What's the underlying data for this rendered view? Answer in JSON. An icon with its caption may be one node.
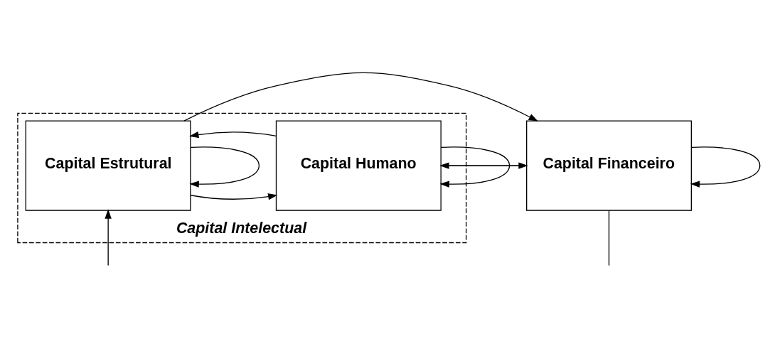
{
  "diagram": {
    "nodes": [
      {
        "text": [
          "Capital Intelectual"
        ]
      },
      {
        "text": [
          "Capital Financeiro"
        ]
      },
      {
        "text": [
          "Capital Humano"
        ],
        "in": 0
      },
      {
        "text": [
          "Capital Estrutural"
        ],
        "in": 0
      }
    ],
    "edges": [
      {
        "from": 3,
        "to": 1,
        "arrow": "to"
      },
      {
        "from": 2,
        "to": 1,
        "arrow": "to"
      },
      {
        "from": 3,
        "to": 2,
        "arrow": "to"
      },
      {
        "from": 1,
        "to": 1,
        "arrow": "to"
      },
      {
        "from": 2,
        "to": 2,
        "arrow": "to"
      },
      {
        "from": 3,
        "to": 3,
        "arrow": "to"
      },
      {
        "from": 1,
        "to": 2,
        "arrow": "to"
      },
      {
        "from": 2,
        "to": 3,
        "arrow": "to"
      },
      {
        "from": 1,
        "to": null,
        "arrow": "none"
      },
      {
        "from": null,
        "to": 3,
        "arrow": "to"
      }
    ]
  }
}
